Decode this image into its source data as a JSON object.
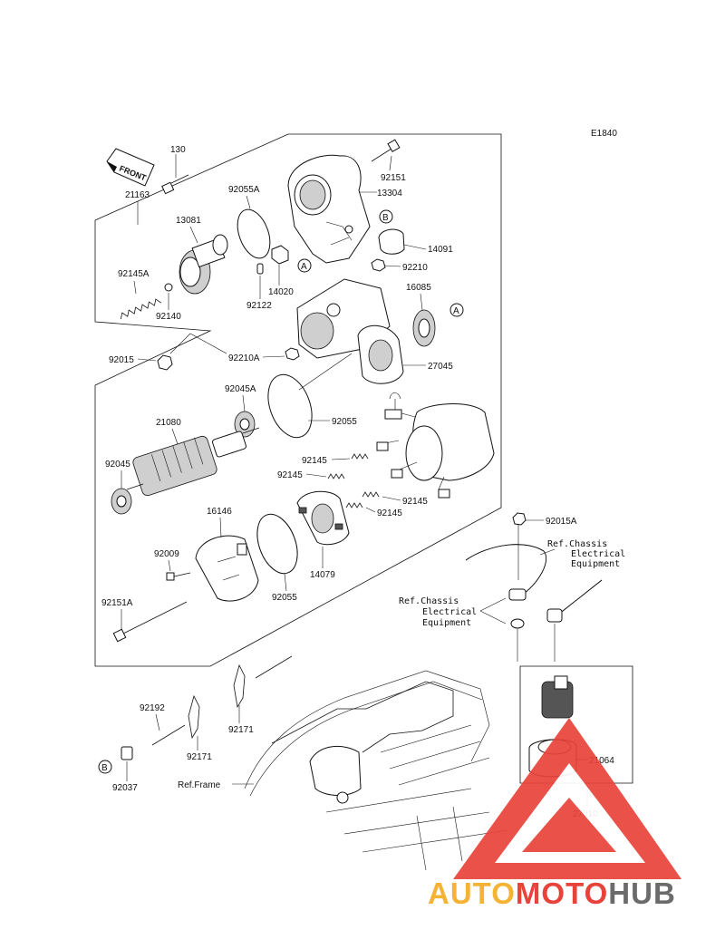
{
  "diagram_code": "E1840",
  "front_tag": "FRONT",
  "callouts": {
    "c130": "130",
    "c21163": "21163",
    "c92055A": "92055A",
    "c13081": "13081",
    "c92145A": "92145A",
    "c92140": "92140",
    "c92122": "92122",
    "c14020": "14020",
    "c92151": "92151",
    "c13304": "13304",
    "c14091": "14091",
    "c92210": "92210",
    "c16085": "16085",
    "c92015": "92015",
    "c92210A": "92210A",
    "c27045": "27045",
    "c92045A": "92045A",
    "c21080": "21080",
    "c92055": "92055",
    "c92045": "92045",
    "c92145a": "92145",
    "c92145b": "92145",
    "c92145c": "92145",
    "c92145d": "92145",
    "c16146": "16146",
    "c92009": "92009",
    "c14079": "14079",
    "c92055b": "92055",
    "c92151A": "92151A",
    "c92015A": "92015A",
    "c92192": "92192",
    "c92171a": "92171",
    "c92171b": "92171",
    "c92037": "92037",
    "c21064": "21064",
    "c27010": "27010"
  },
  "markers": {
    "a1": "A",
    "a2": "A",
    "b1": "B",
    "b2": "B"
  },
  "ref_chassis_1": [
    "Ref.Chassis",
    "Electrical",
    "Equipment"
  ],
  "ref_chassis_2": [
    "Ref.Chassis",
    "Electrical",
    "Equipment"
  ],
  "ref_frame": "Ref.Frame",
  "watermark": "AUTOMOTOHUB",
  "watermark_colors": {
    "auto": "#f5b335",
    "moto": "#e8433a",
    "hub": "#6b6b6b"
  }
}
